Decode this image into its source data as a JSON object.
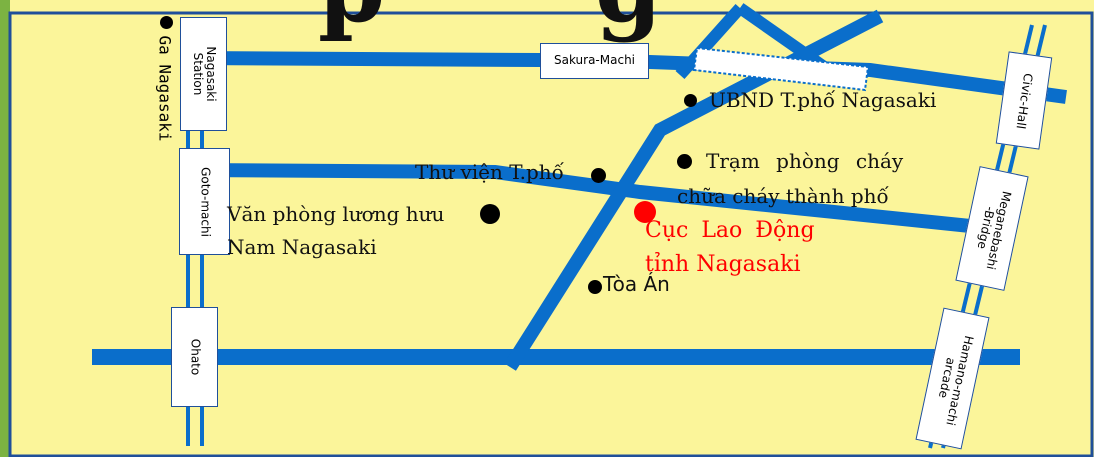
{
  "header_title_fragment": "p",
  "header_title_fragment2": "g",
  "station_name": "Ga Nagasaki",
  "stops": {
    "nagasaki_station": "Nagasaki\nStation",
    "goto_machi": "Goto-machi",
    "ohato": "Ohato",
    "sakura_machi": "Sakura-Machi",
    "civic_hall": "Civic-Hall",
    "meganebashi_bridge": "Meganebashi\n-Bridge",
    "hamano_machi_arcade": "Hamano-machi\narcade"
  },
  "places": {
    "city_hall": "UBND T.phố Nagasaki",
    "library": "Thư viện T.phố",
    "fire_station_line1": "Trạm phòng cháy",
    "fire_station_line2": "chữa cháy thành phố",
    "pension_office_line1": "Văn phòng lương hưu",
    "pension_office_line2": "Nam Nagasaki",
    "labour_bureau_line1": "Cục Lao Động",
    "labour_bureau_line2": "tỉnh Nagasaki",
    "court": "Tòa Án"
  },
  "colors": {
    "map_background": "#fbf59a",
    "left_frame": "#7cb342",
    "border": "#1f4f9a",
    "road": "#0a6ecb",
    "tram_rail": "#0a6ecb",
    "marker": "#000000",
    "highlight": "#ff0000"
  }
}
